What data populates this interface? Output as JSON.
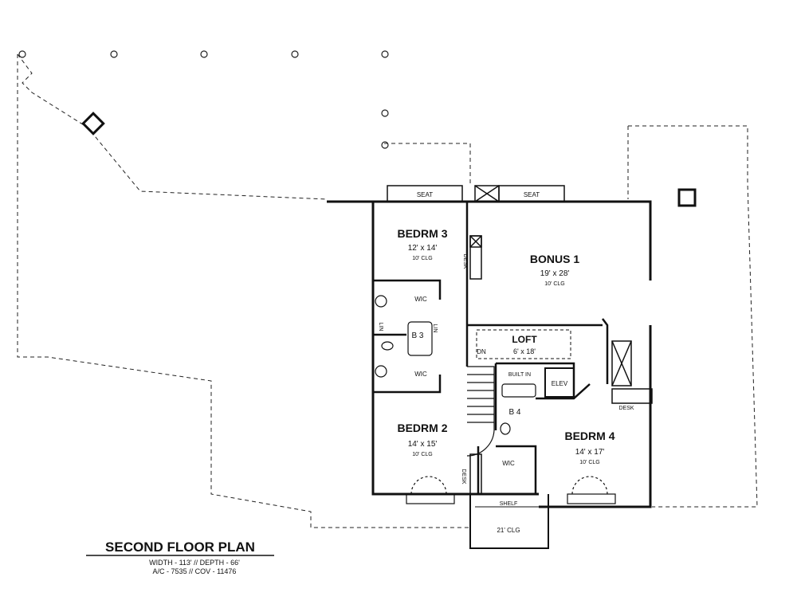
{
  "title_block": {
    "title": "SECOND FLOOR PLAN",
    "line1": "WIDTH - 113' // DEPTH - 66'",
    "line2": "A/C - 7535 // COV - 11476"
  },
  "rooms": {
    "bedrm3": {
      "name": "BEDRM 3",
      "size": "12' x 14'",
      "clg": "10' CLG"
    },
    "bonus1": {
      "name": "BONUS 1",
      "size": "19' x 28'",
      "clg": "10' CLG"
    },
    "loft": {
      "name": "LOFT",
      "size": "6' x 18'"
    },
    "bedrm2": {
      "name": "BEDRM 2",
      "size": "14' x 15'",
      "clg": "10' CLG"
    },
    "bedrm4": {
      "name": "BEDRM 4",
      "size": "14' x 17'",
      "clg": "10' CLG"
    }
  },
  "labels": {
    "seat_left": "SEAT",
    "seat_right": "SEAT",
    "desk_top": "DESK",
    "desk_right": "DESK",
    "desk_bottom": "DESK",
    "wic_upper": "WIC",
    "wic_lower": "WIC",
    "wic_bottom": "WIC",
    "lin_left": "LIN",
    "lin_right": "LIN",
    "bath3": "B 3",
    "bath4": "B 4",
    "dn": "DN",
    "builtin": "BUILT IN",
    "elev": "ELEV",
    "shelf": "SHELF",
    "porch_clg": "21' CLG"
  }
}
